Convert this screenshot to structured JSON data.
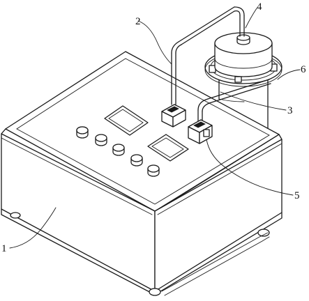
{
  "labels": {
    "l1": "1",
    "l2": "2",
    "l3": "3",
    "l4": "4",
    "l5": "5",
    "l6": "6"
  },
  "colors": {
    "line": "#1a1a1a",
    "background": "#ffffff"
  }
}
